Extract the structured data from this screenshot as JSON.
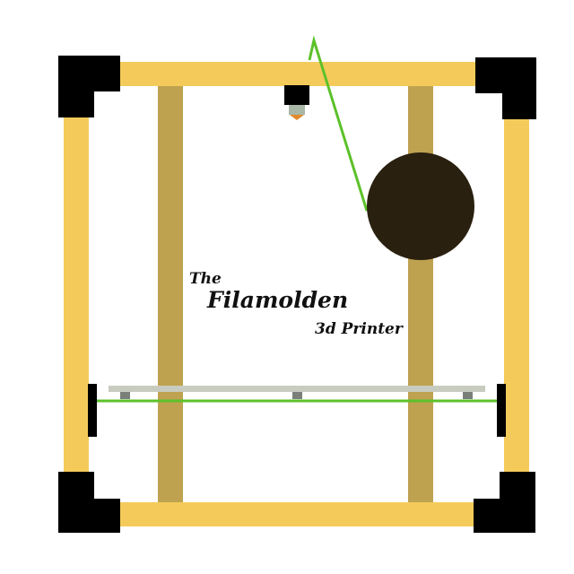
{
  "logo": {
    "line1": "The",
    "line2": "Filamolden",
    "line3": "3d Printer"
  },
  "colors": {
    "frame": "#F4CB5A",
    "rod": "#BEA250",
    "corner": "#000000",
    "bed": "#C8CCC0",
    "bed_mount": "#7A8079",
    "filament": "#5CC12A",
    "spool": "#2A200F",
    "nozzle": "#E08A2A",
    "hotend": "#A9B7A6"
  }
}
